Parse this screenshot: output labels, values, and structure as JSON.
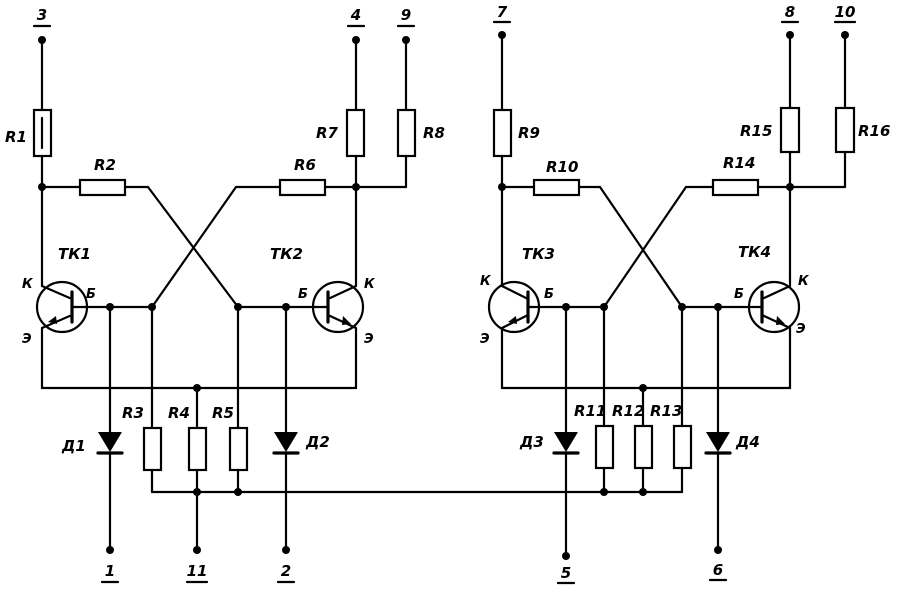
{
  "terminals": {
    "t3": "3",
    "t4": "4",
    "t9": "9",
    "t7": "7",
    "t8": "8",
    "t10": "10",
    "t1": "1",
    "t11": "11",
    "t2": "2",
    "t5": "5",
    "t6": "6"
  },
  "resistors": {
    "r1": "R1",
    "r2": "R2",
    "r3": "R3",
    "r4": "R4",
    "r5": "R5",
    "r6": "R6",
    "r7": "R7",
    "r8": "R8",
    "r9": "R9",
    "r10": "R10",
    "r11": "R11",
    "r12": "R12",
    "r13": "R13",
    "r14": "R14",
    "r15": "R15",
    "r16": "R16"
  },
  "transistors": {
    "tk1": "ТК1",
    "tk2": "ТК2",
    "tk3": "ТК3",
    "tk4": "ТК4"
  },
  "diodes": {
    "d1": "Д1",
    "d2": "Д2",
    "d3": "Д3",
    "d4": "Д4"
  },
  "pin_letters": {
    "collector": "К",
    "base": "Б",
    "emitter": "Э"
  }
}
